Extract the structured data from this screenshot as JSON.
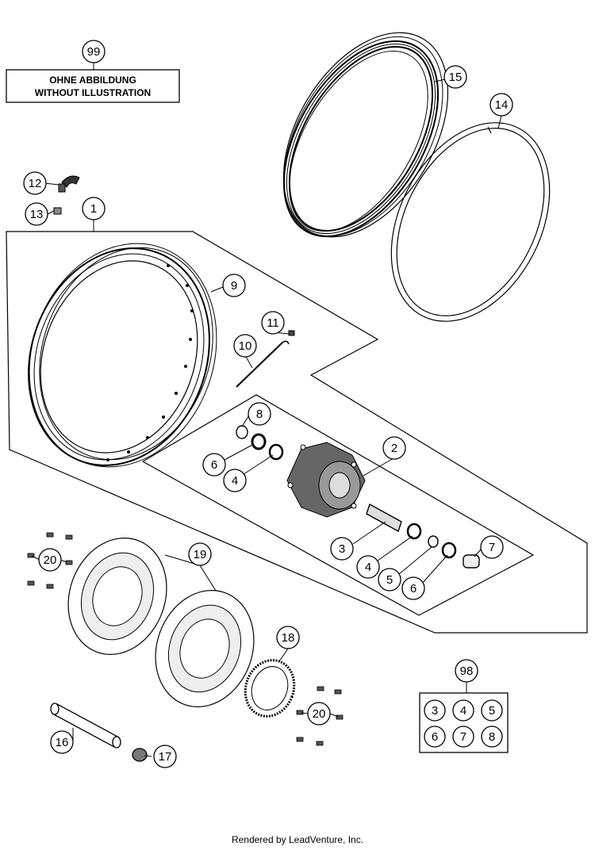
{
  "note": {
    "ref": "99",
    "line1": "OHNE ABBILDUNG",
    "line2": "WITHOUT ILLUSTRATION"
  },
  "callouts": {
    "c1": "1",
    "c2": "2",
    "c3": "3",
    "c4a": "4",
    "c4b": "4",
    "c5": "5",
    "c6a": "6",
    "c6b": "6",
    "c7": "7",
    "c8": "8",
    "c9": "9",
    "c10": "10",
    "c11": "11",
    "c12": "12",
    "c13": "13",
    "c14": "14",
    "c15": "15",
    "c16": "16",
    "c17": "17",
    "c18": "18",
    "c19": "19",
    "c20a": "20",
    "c20b": "20"
  },
  "kit": {
    "ref": "98",
    "items": [
      "3",
      "4",
      "5",
      "6",
      "7",
      "8"
    ]
  },
  "footer": "Rendered by LeadVenture, Inc."
}
